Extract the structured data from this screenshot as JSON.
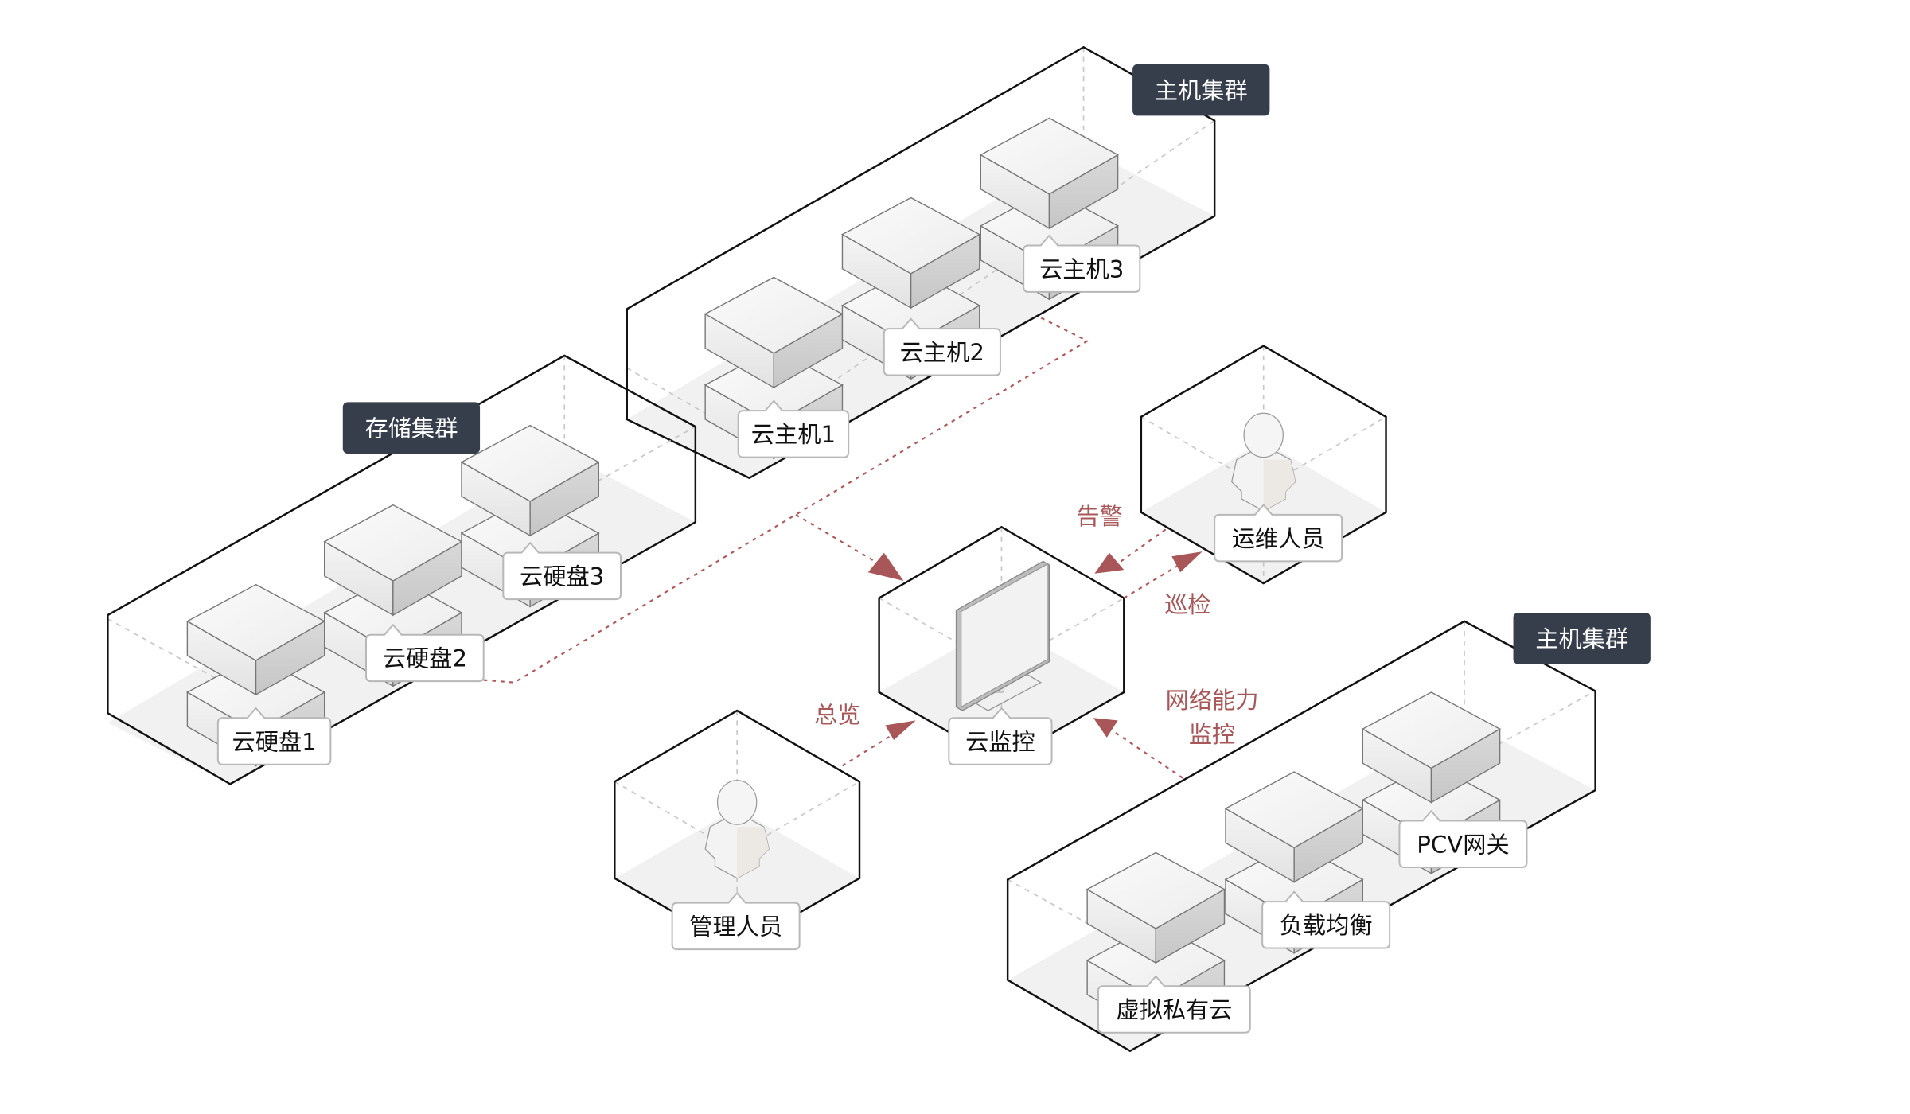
{
  "diagram": {
    "clusters": [
      {
        "id": "host-cluster-top",
        "tag": "主机集群",
        "nodes": [
          "云主机1",
          "云主机2",
          "云主机3"
        ]
      },
      {
        "id": "storage-cluster",
        "tag": "存储集群",
        "nodes": [
          "云硬盘1",
          "云硬盘2",
          "云硬盘3"
        ]
      },
      {
        "id": "host-cluster-bottom",
        "tag": "主机集群",
        "nodes": [
          "虚拟私有云",
          "负载均衡",
          "PCV网关"
        ]
      }
    ],
    "monitor": {
      "label": "云监控"
    },
    "ops_person": {
      "label": "运维人员"
    },
    "admin_person": {
      "label": "管理人员"
    },
    "flows": {
      "alarm": "告警",
      "inspection": "巡检",
      "overview": "总览",
      "network_monitor_line1": "网络能力",
      "network_monitor_line2": "监控"
    },
    "colors": {
      "flow": "#a85657",
      "tag_bg": "#363e4c"
    }
  }
}
